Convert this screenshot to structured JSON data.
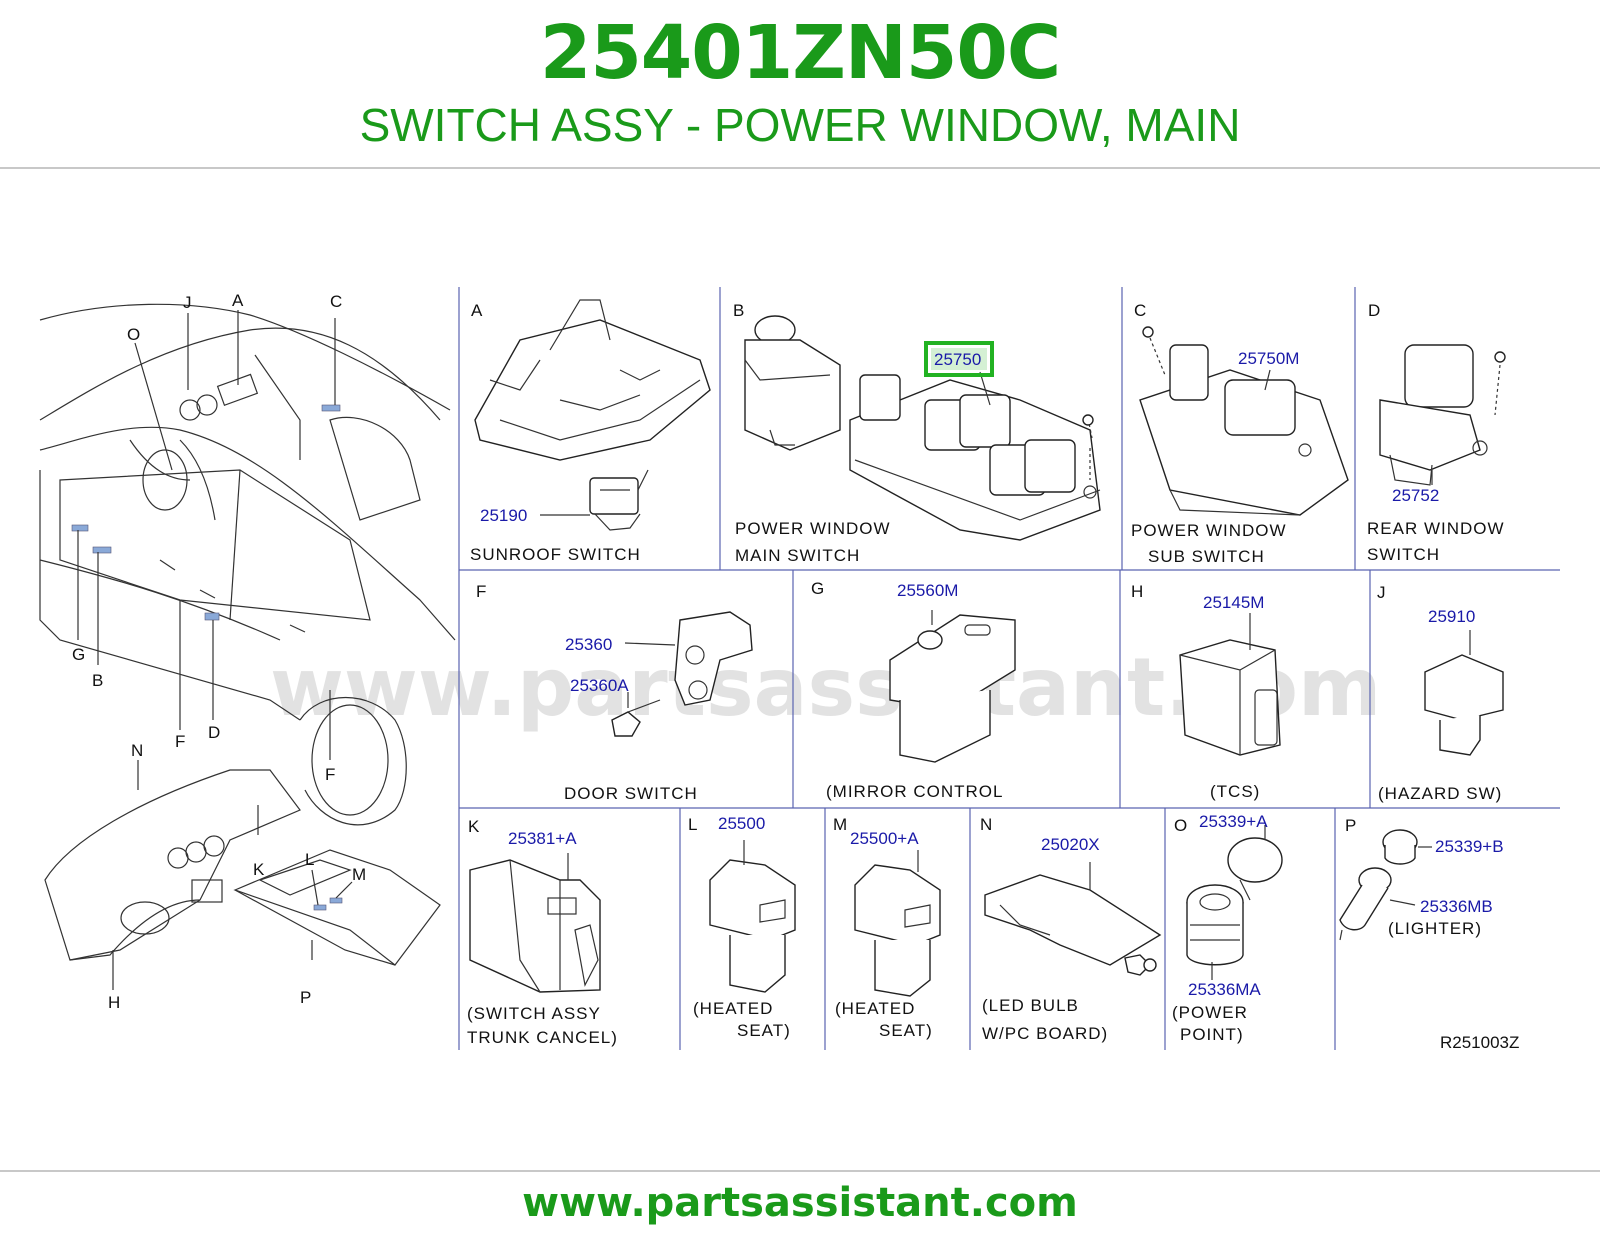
{
  "header": {
    "part_number": "25401ZN50C",
    "part_title": "SWITCH ASSY - POWER WINDOW, MAIN"
  },
  "footer": {
    "url": "www.partsassistant.com"
  },
  "watermark": "www.partsassistant.com",
  "highlight_color": "#1a9a1a",
  "overview_letters": [
    "J",
    "A",
    "C",
    "O",
    "G",
    "B",
    "F",
    "D",
    "F",
    "N",
    "K",
    "L",
    "M",
    "P",
    "H"
  ],
  "panels": {
    "A": {
      "letter": "A",
      "parts": [
        "25190"
      ],
      "caption": [
        "SUNROOF  SWITCH"
      ]
    },
    "B": {
      "letter": "B",
      "parts": [
        "25750"
      ],
      "caption": [
        "POWER  WINDOW",
        "MAIN  SWITCH"
      ]
    },
    "C": {
      "letter": "C",
      "parts": [
        "25750M"
      ],
      "caption": [
        "POWER  WINDOW",
        "SUB  SWITCH"
      ]
    },
    "D": {
      "letter": "D",
      "parts": [
        "25752"
      ],
      "caption": [
        "REAR  WINDOW",
        "SWITCH"
      ]
    },
    "F": {
      "letter": "F",
      "parts": [
        "25360",
        "25360A"
      ],
      "caption": [
        "DOOR  SWITCH"
      ]
    },
    "G": {
      "letter": "G",
      "parts": [
        "25560M"
      ],
      "caption": [
        "(MIRROR  CONTROL"
      ]
    },
    "H": {
      "letter": "H",
      "parts": [
        "25145M"
      ],
      "caption": [
        "(TCS)"
      ]
    },
    "J": {
      "letter": "J",
      "parts": [
        "25910"
      ],
      "caption": [
        "(HAZARD  SW)"
      ]
    },
    "K": {
      "letter": "K",
      "parts": [
        "25381+A"
      ],
      "caption": [
        "(SWITCH  ASSY",
        "TRUNK  CANCEL)"
      ]
    },
    "L": {
      "letter": "L",
      "parts": [
        "25500"
      ],
      "caption": [
        "(HEATED",
        "SEAT)"
      ]
    },
    "M": {
      "letter": "M",
      "parts": [
        "25500+A"
      ],
      "caption": [
        "(HEATED",
        "SEAT)"
      ]
    },
    "N": {
      "letter": "N",
      "parts": [
        "25020X"
      ],
      "caption": [
        "(LED  BULB",
        "W/PC  BOARD)"
      ]
    },
    "O": {
      "letter": "O",
      "parts": [
        "25339+A",
        "25336MA"
      ],
      "caption": [
        "(POWER",
        "POINT)"
      ]
    },
    "P": {
      "letter": "P",
      "parts": [
        "25339+B",
        "25336MB"
      ],
      "caption": [
        "(LIGHTER)"
      ]
    }
  },
  "diagram_code": "R251003Z"
}
